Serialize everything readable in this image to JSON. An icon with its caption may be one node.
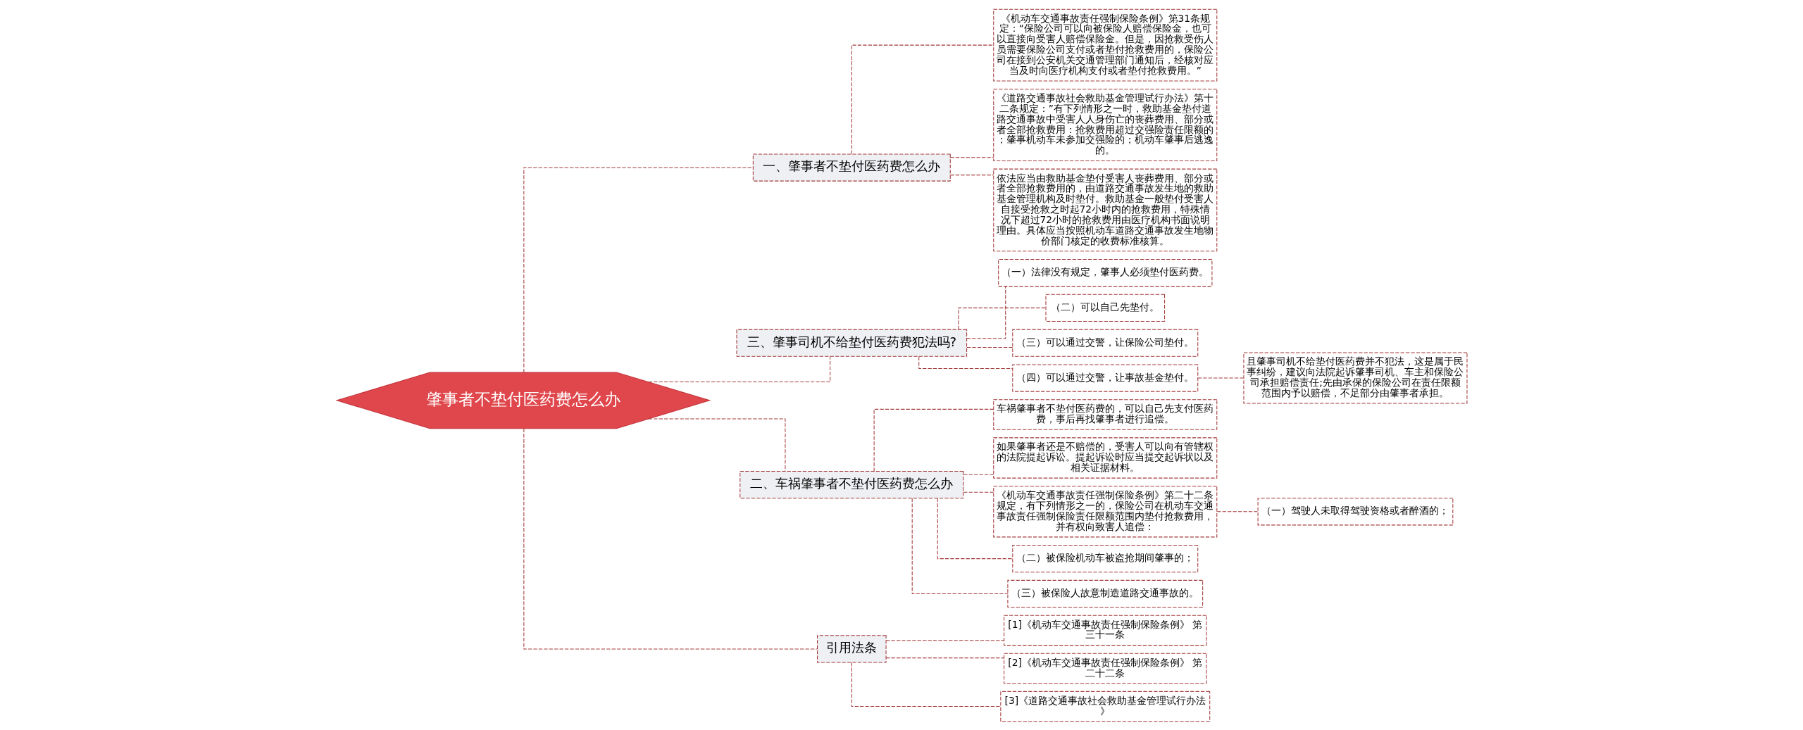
{
  "diagram": {
    "nodes": [
      {
        "text": [
          "肇事者不垫付医药费怎么办"
        ]
      },
      {
        "text": [
          "一、肇事者不垫付医药费怎么办"
        ]
      },
      {
        "text": [
          "《机动车交通事故责任强制保险条例》第31条规定：“保险公司可以向被保险人赔偿保险金，也可以直接向受害人赔偿保险金。但是，因抢救受伤人员需要保险公司支付或者垫付抢救费用的，保险公司在接到公安机关交通管理部门通知后，经核对应当及时向医疗机构支付或者垫付抢救费用。”"
        ]
      },
      {
        "text": [
          "《道路交通事故社会救助基金管理试行办法》第十二条规定：”有下列情形之一时，救助基金垫付道路交通事故中受害人人身伤亡的丧葬费用、部分或者全部抢救费用：抢救费用超过交强险责任限额的；肇事机动车未参加交强险的；机动车肇事后逃逸的。"
        ]
      },
      {
        "text": [
          "依法应当由救助基金垫付受害人丧葬费用、部分或者全部抢救费用的，由道路交通事故发生地的救助基金管理机构及时垫付。救助基金一般垫付受害人自接受抢救之时起72小时内的抢救费用，特殊情况下超过72小时的抢救费用由医疗机构书面说明理由。具体应当按照机动车道路交通事故发生地物价部门核定的收费标准核算。"
        ]
      },
      {
        "text": [
          "三、肇事司机不给垫付医药费犯法吗?"
        ]
      },
      {
        "text": [
          "（一）法律没有规定，肇事人必须垫付医药费。"
        ]
      },
      {
        "text": [
          "（二）可以自己先垫付。"
        ]
      },
      {
        "text": [
          "（三）可以通过交警，让保险公司垫付。"
        ]
      },
      {
        "text": [
          "（四）可以通过交警，让事故基金垫付。"
        ]
      },
      {
        "text": [
          "且肇事司机不给垫付医药费并不犯法，这是属于民事纠纷，建议向法院起诉肇事司机、车主和保险公司承担赔偿责任;先由承保的保险公司在责任限额范围内予以赔偿，不足部分由肇事者承担。"
        ]
      },
      {
        "text": [
          "二、车祸肇事者不垫付医药费怎么办"
        ]
      },
      {
        "text": [
          "车祸肇事者不垫付医药费的，可以自己先支付医药费，事后再找肇事者进行追偿。"
        ]
      },
      {
        "text": [
          "如果肇事者还是不赔偿的，受害人可以向有管辖权的法院提起诉讼。提起诉讼时应当提交起诉状以及相关证据材料。"
        ]
      },
      {
        "text": [
          "《机动车交通事故责任强制保险条例》第二十二条规定，有下列情形之一的，保险公司在机动车交通事故责任强制保险责任限额范围内垫付抢救费用，并有权向致害人追偿："
        ]
      },
      {
        "text": [
          "（一）驾驶人未取得驾驶资格或者醉酒的；"
        ]
      },
      {
        "text": [
          "（二）被保险机动车被盗抢期间肇事的；"
        ]
      },
      {
        "text": [
          "（三）被保险人故意制造道路交通事故的。"
        ]
      },
      {
        "text": [
          "引用法条"
        ]
      },
      {
        "text": [
          "[1]《机动车交通事故责任强制保险条例》 第三十一条"
        ]
      },
      {
        "text": [
          "[2]《机动车交通事故责任强制保险条例》 第二十二条"
        ]
      },
      {
        "text": [
          "[3]《道路交通事故社会救助基金管理试行办法》"
        ]
      }
    ],
    "edges": [
      {
        "from": 0,
        "to": 1,
        "arrow": "none",
        "style": "dashed"
      },
      {
        "from": 1,
        "to": 2,
        "arrow": "none",
        "style": "dashed"
      },
      {
        "from": 1,
        "to": 3,
        "arrow": "none",
        "style": "dashed"
      },
      {
        "from": 1,
        "to": 4,
        "arrow": "none",
        "style": "dashed"
      },
      {
        "from": 0,
        "to": 5,
        "arrow": "none",
        "style": "dashed"
      },
      {
        "from": 5,
        "to": 6,
        "arrow": "none",
        "style": "dashed"
      },
      {
        "from": 5,
        "to": 7,
        "arrow": "none",
        "style": "dashed"
      },
      {
        "from": 5,
        "to": 8,
        "arrow": "none",
        "style": "dashed"
      },
      {
        "from": 5,
        "to": 9,
        "arrow": "none",
        "style": "dashed"
      },
      {
        "from": 9,
        "to": 10,
        "arrow": "none",
        "style": "dashed"
      },
      {
        "from": 0,
        "to": 11,
        "arrow": "none",
        "style": "dashed"
      },
      {
        "from": 11,
        "to": 12,
        "arrow": "none",
        "style": "dashed"
      },
      {
        "from": 11,
        "to": 13,
        "arrow": "none",
        "style": "dashed"
      },
      {
        "from": 11,
        "to": 14,
        "arrow": "none",
        "style": "dashed"
      },
      {
        "from": 14,
        "to": 15,
        "arrow": "none",
        "style": "dashed"
      },
      {
        "from": 11,
        "to": 16,
        "arrow": "none",
        "style": "dashed"
      },
      {
        "from": 11,
        "to": 17,
        "arrow": "none",
        "style": "dashed"
      },
      {
        "from": 0,
        "to": 18,
        "arrow": "none",
        "style": "dashed"
      },
      {
        "from": 18,
        "to": 19,
        "arrow": "none",
        "style": "dashed"
      },
      {
        "from": 18,
        "to": 20,
        "arrow": "none",
        "style": "dashed"
      },
      {
        "from": 18,
        "to": 21,
        "arrow": "none",
        "style": "dashed"
      }
    ]
  }
}
